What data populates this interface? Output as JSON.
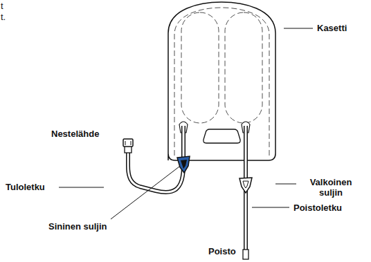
{
  "diagram": {
    "labels": [
      "t",
      "t.",
      "Kasetti",
      "Nestelähde",
      "Tuloletku",
      "Valkoinen suljin",
      "Poistoletku",
      "Sininen suljin",
      "Poisto"
    ]
  }
}
